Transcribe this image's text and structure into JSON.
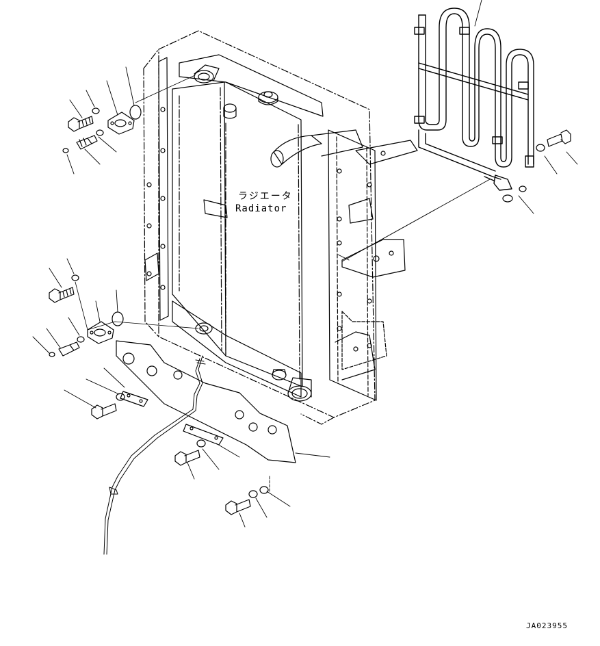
{
  "labels": {
    "radiator_jp": "ラジエータ",
    "radiator_en": "Radiator"
  },
  "drawing_code": "JA023955",
  "colors": {
    "line": "#000000",
    "background": "#ffffff"
  }
}
